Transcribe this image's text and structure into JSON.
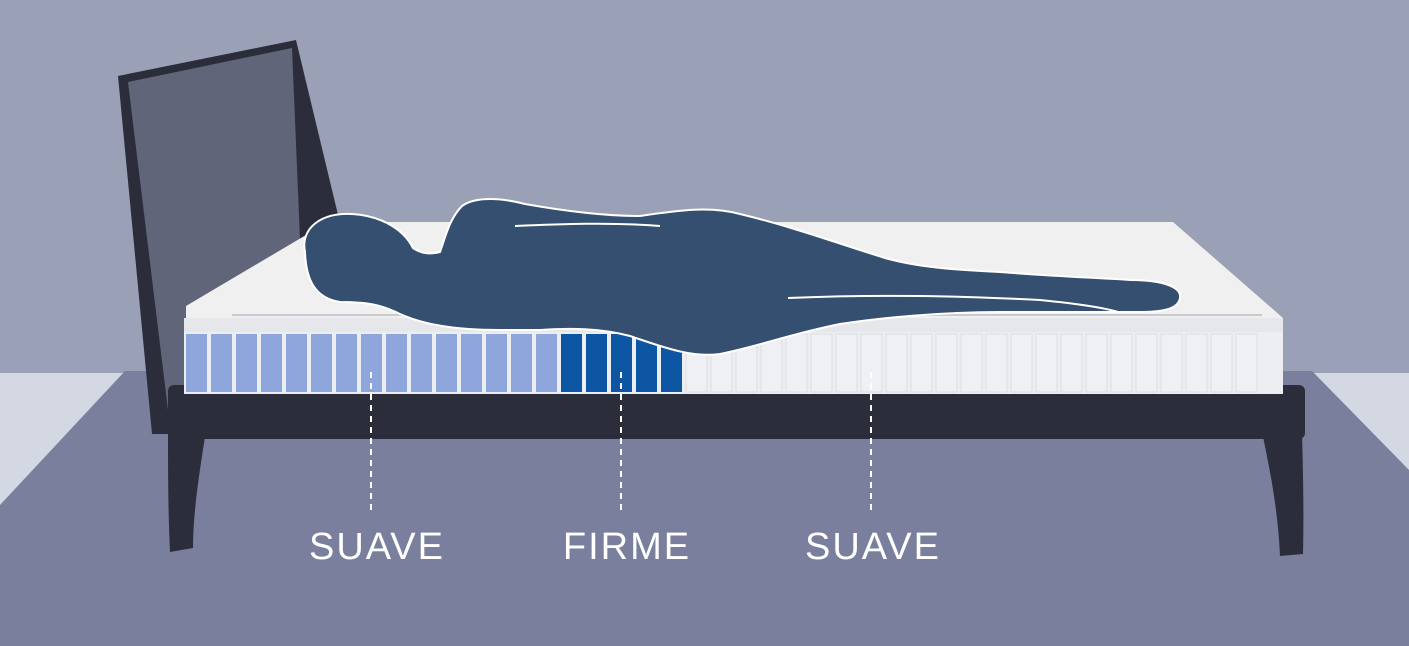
{
  "zones": [
    {
      "label": "SUAVE",
      "color": "#8fa6dc",
      "segments": 15
    },
    {
      "label": "FIRME",
      "color": "#0d56a3",
      "segments": 5
    },
    {
      "label": "SUAVE",
      "color": "#eef0f3",
      "segments": 24
    }
  ],
  "colors": {
    "wall": "#9aa1b6",
    "floor": "#d4d8e3",
    "rug": "#7a7f9e",
    "bed_frame": "#2b2e3a",
    "headboard_panel": "#606579",
    "mattress_top": "#f0f0f1",
    "mattress_side": "#e6e7ea",
    "silhouette": "#344f70",
    "silhouette_outline": "#ffffff",
    "label_text": "#ffffff"
  }
}
